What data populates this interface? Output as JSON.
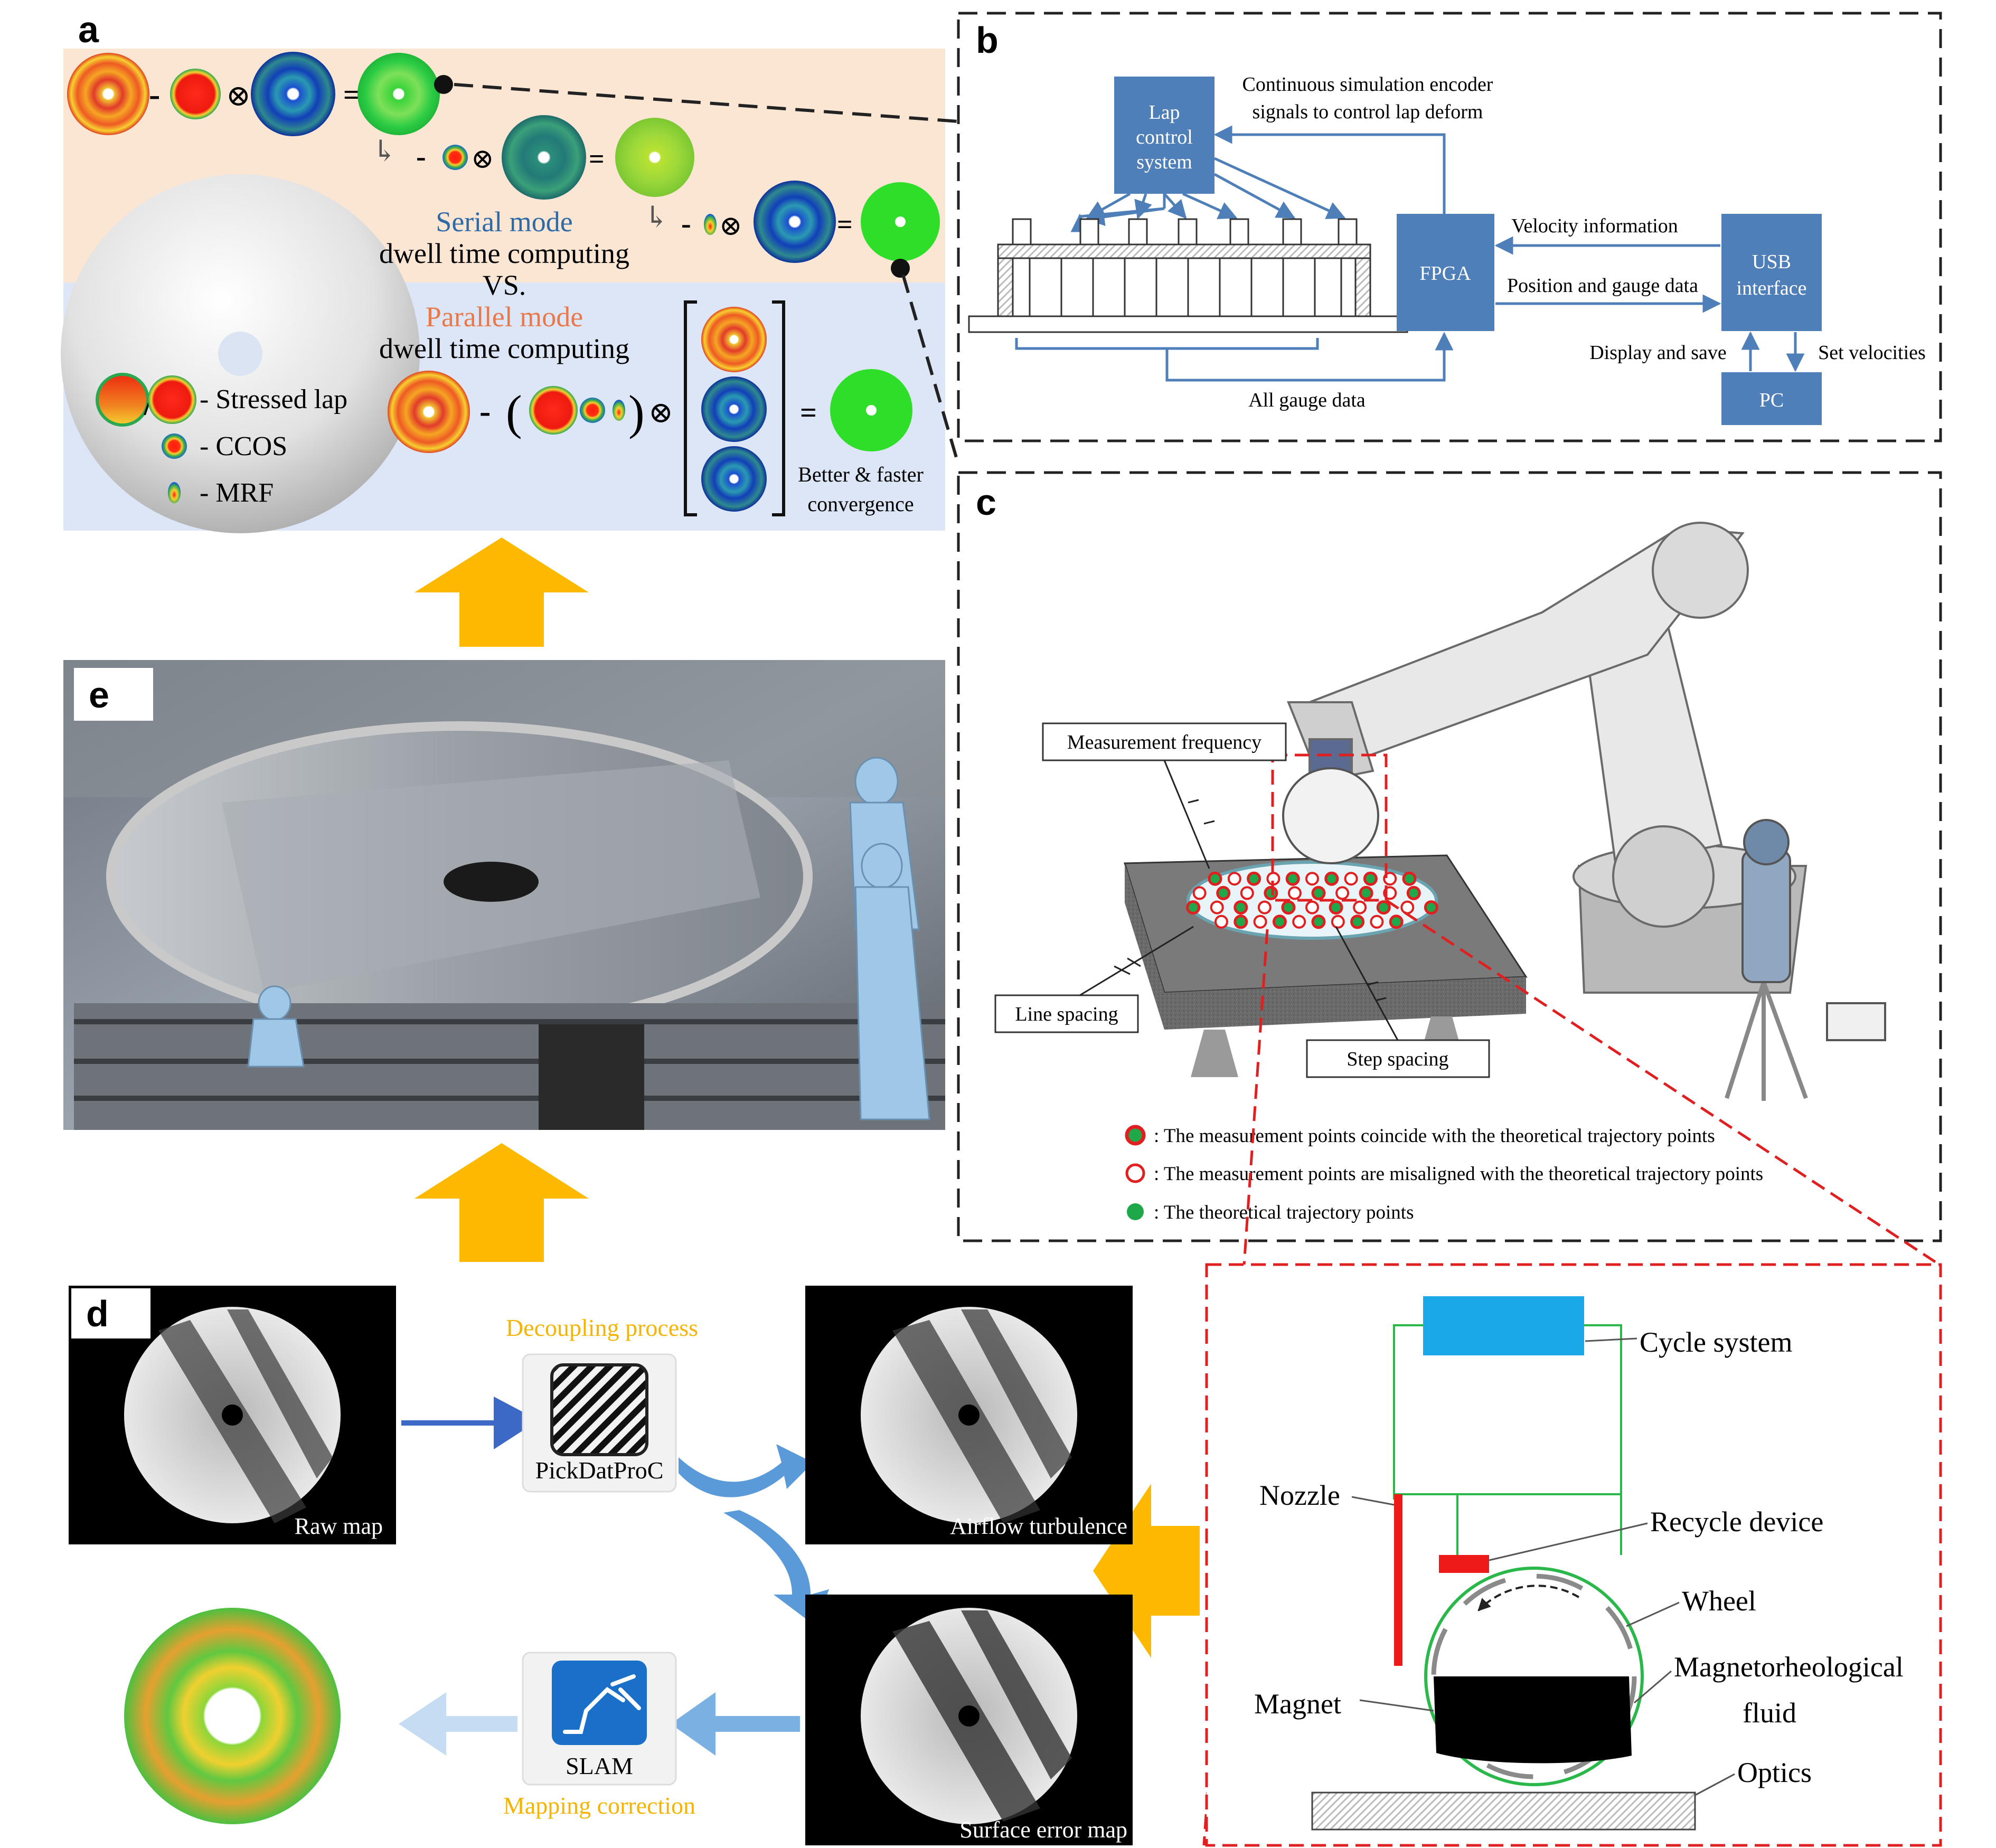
{
  "panels": {
    "a": "a",
    "b": "b",
    "c": "c",
    "d": "d",
    "e": "e"
  },
  "panel_a": {
    "serial_title": "Serial mode",
    "serial_sub": "dwell time computing",
    "vs": "VS.",
    "parallel_title": "Parallel mode",
    "parallel_sub": "dwell time computing",
    "legend_stressed": "- Stressed lap",
    "legend_ccos": "- CCOS",
    "legend_mrf": "- MRF",
    "convergence_1": "Better & faster",
    "convergence_2": "convergence",
    "colors": {
      "serial": "#2e6aa8",
      "parallel": "#e9784a",
      "top_bg": "#fbe6d4",
      "bottom_bg": "#dde6f6"
    }
  },
  "panel_b": {
    "lap_1": "Lap",
    "lap_2": "control",
    "lap_3": "system",
    "fpga": "FPGA",
    "usb_1": "USB",
    "usb_2": "interface",
    "pc": "PC",
    "sim_1": "Continuous simulation encoder",
    "sim_2": "signals to control lap deform",
    "velocity": "Velocity information",
    "position": "Position and gauge data",
    "display": "Display and save",
    "set_vel": "Set velocities",
    "gauge": "All gauge data",
    "colors": {
      "box": "#4f7fb8",
      "line": "#4f7fb8"
    }
  },
  "panel_c": {
    "meas_freq": "Measurement frequency",
    "line_spacing": "Line spacing",
    "step_spacing": "Step spacing",
    "legend_1": ": The measurement points coincide with the theoretical trajectory points",
    "legend_2": ": The measurement points are misaligned with the theoretical trajectory points",
    "legend_3": ": The theoretical trajectory points"
  },
  "panel_d": {
    "decoupling": "Decoupling process",
    "pickdat": "PickDatProC",
    "raw": "Raw map",
    "airflow": "Airflow turbulence",
    "surface": "Surface error map",
    "slam": "SLAM",
    "mapping": "Mapping correction",
    "colors": {
      "accent": "#f5b400"
    }
  },
  "mrf": {
    "cycle": "Cycle system",
    "nozzle": "Nozzle",
    "recycle": "Recycle device",
    "wheel": "Wheel",
    "mr_1": "Magnetorheological",
    "mr_2": "fluid",
    "magnet": "Magnet",
    "optics": "Optics"
  },
  "colors": {
    "arrow": "#fcb900",
    "dash": "#222222",
    "red_dash": "#e02020"
  }
}
